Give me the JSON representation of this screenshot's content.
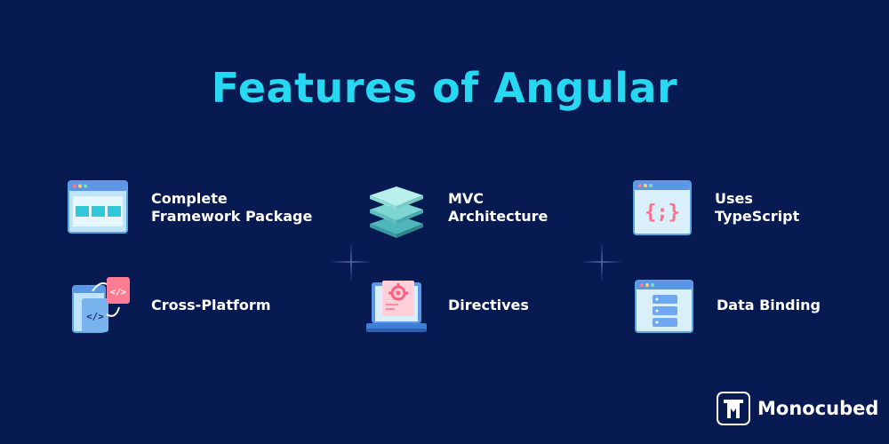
{
  "title": "Features of Angular",
  "features": [
    {
      "lines": [
        "Complete",
        "Framework Package"
      ],
      "icon": "browser-window-icon"
    },
    {
      "lines": [
        "MVC",
        "Architecture"
      ],
      "icon": "layers-stack-icon"
    },
    {
      "lines": [
        "Uses",
        "TypeScript"
      ],
      "icon": "typescript-folder-icon"
    },
    {
      "lines": [
        "Cross-Platform"
      ],
      "icon": "code-files-icon"
    },
    {
      "lines": [
        "Directives"
      ],
      "icon": "laptop-gear-icon"
    },
    {
      "lines": [
        "Data Binding"
      ],
      "icon": "database-folder-icon"
    }
  ],
  "code_glyphs": {
    "tag": "</>",
    "braces": "{;}"
  },
  "logo": {
    "name": "Monocubed",
    "icon": "monocubed-logo-icon"
  },
  "colors": {
    "background": "#081a52",
    "title": "#27d8f2",
    "text": "#ffffff"
  }
}
